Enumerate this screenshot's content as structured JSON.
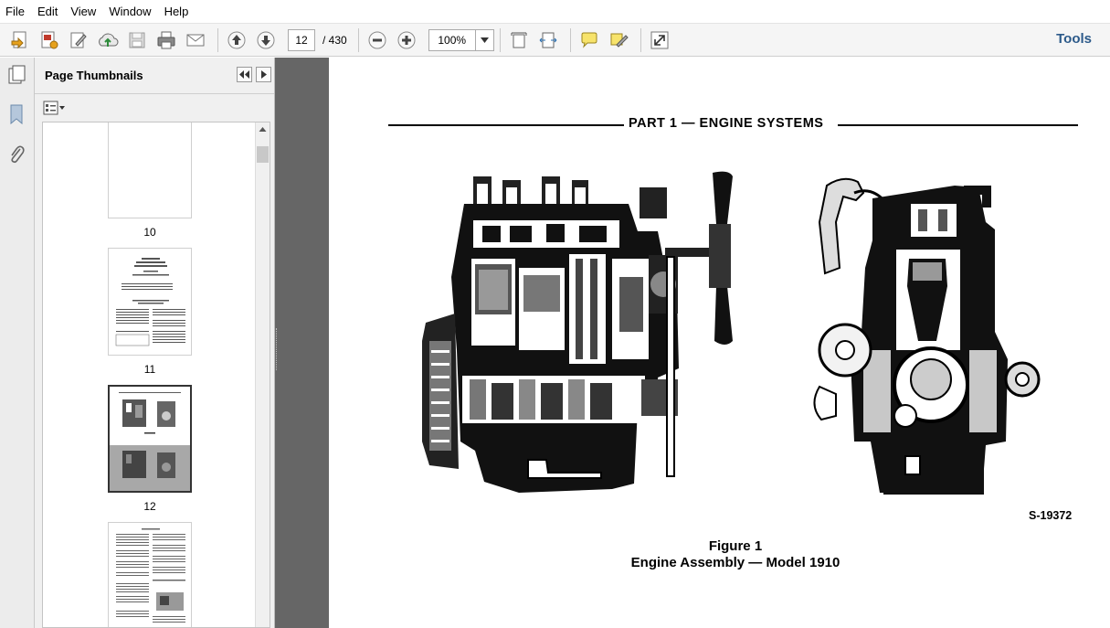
{
  "menu": [
    "File",
    "Edit",
    "View",
    "Window",
    "Help"
  ],
  "toolbar": {
    "current_page": "12",
    "total_pages": "/ 430",
    "zoom": "100%",
    "tools_label": "Tools"
  },
  "panel": {
    "title": "Page Thumbnails",
    "thumbnails": [
      {
        "label": "10"
      },
      {
        "label": "11"
      },
      {
        "label": "12"
      }
    ]
  },
  "document": {
    "header": "PART 1 — ENGINE SYSTEMS",
    "serial": "S-19372",
    "figure_number": "Figure 1",
    "figure_title": "Engine Assembly — Model 1910"
  }
}
